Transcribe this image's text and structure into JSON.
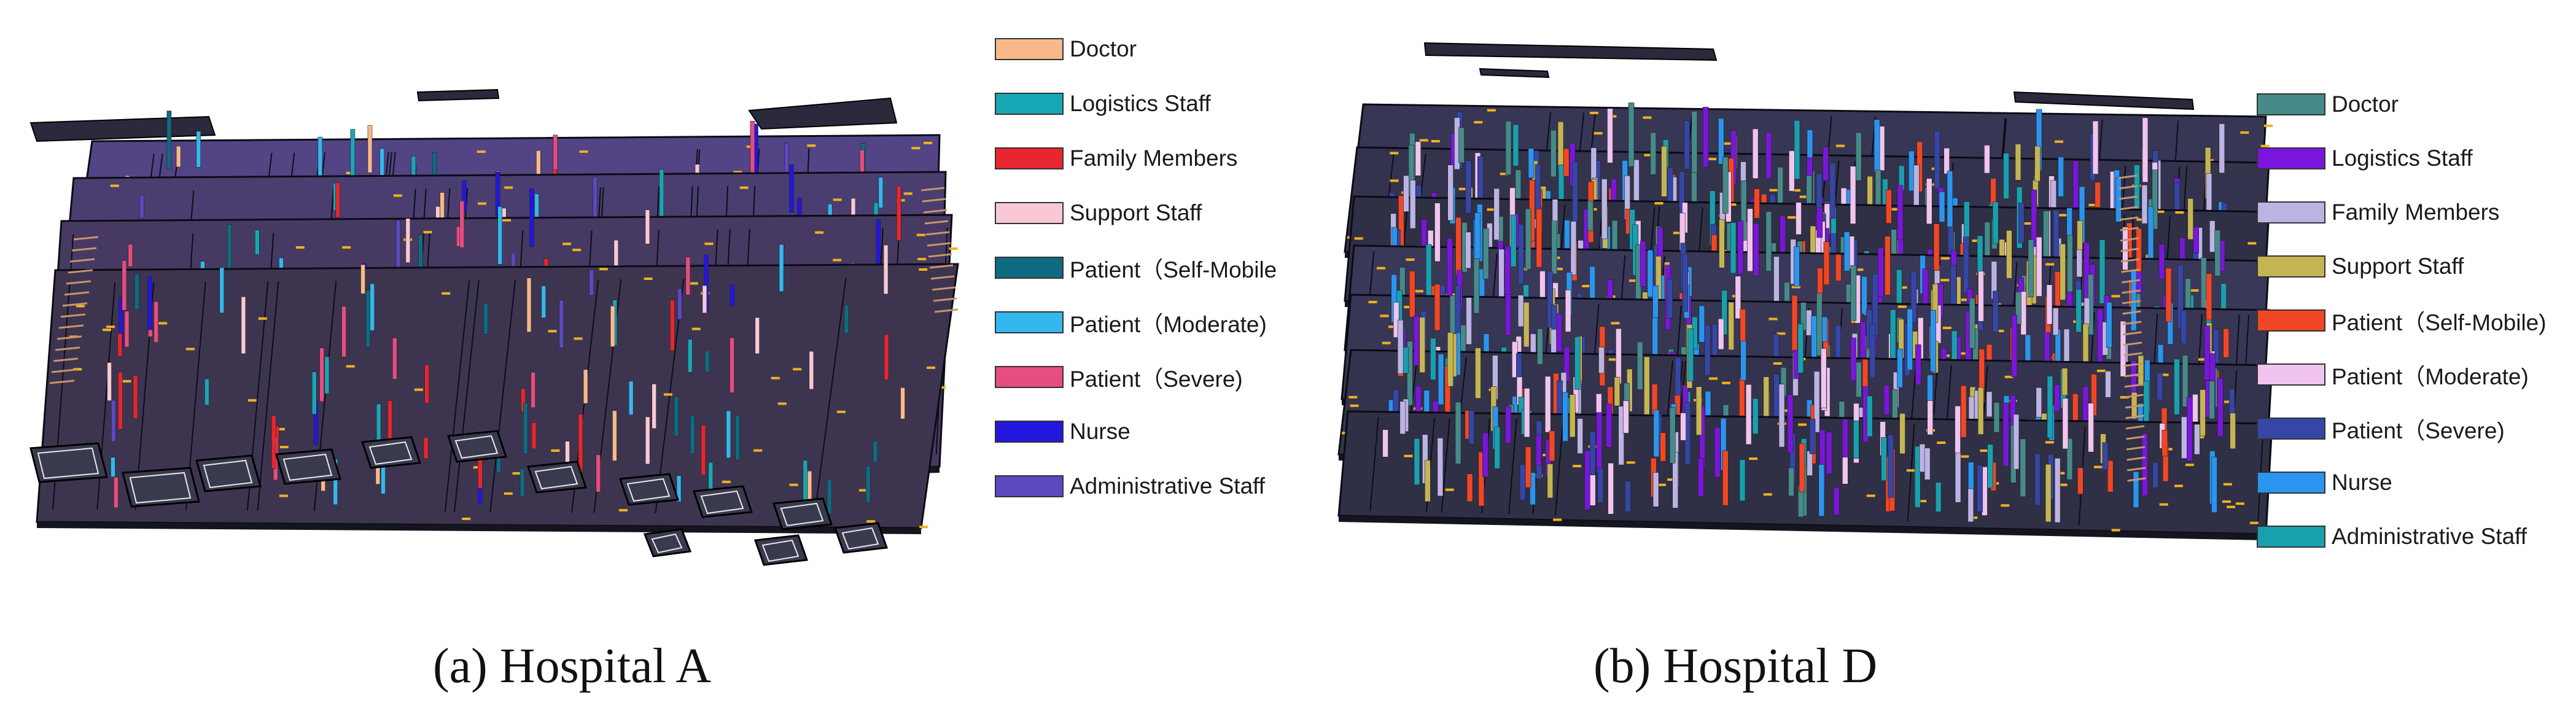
{
  "figures": [
    {
      "caption": "(a) Hospital A",
      "legend": [
        {
          "label": "Doctor",
          "color": "#f7b98a"
        },
        {
          "label": "Logistics Staff",
          "color": "#18a7b5"
        },
        {
          "label": "Family Members",
          "color": "#e8262f"
        },
        {
          "label": "Support Staff",
          "color": "#f8c8d4"
        },
        {
          "label": "Patient（Self-Mobile",
          "color": "#0f6b82"
        },
        {
          "label": "Patient（Moderate)",
          "color": "#33b8ee"
        },
        {
          "label": "Patient（Severe)",
          "color": "#e64d80"
        },
        {
          "label": "Nurse",
          "color": "#2316dd"
        },
        {
          "label": "Administrative Staff",
          "color": "#5a49c0"
        }
      ]
    },
    {
      "caption": "(b) Hospital D",
      "legend": [
        {
          "label": "Doctor",
          "color": "#468a8a"
        },
        {
          "label": "Logistics Staff",
          "color": "#7a16db"
        },
        {
          "label": "Family Members",
          "color": "#bcb3e4"
        },
        {
          "label": "Support Staff",
          "color": "#c5b552"
        },
        {
          "label": "Patient（Self-Mobile)",
          "color": "#f24624"
        },
        {
          "label": "Patient（Moderate)",
          "color": "#f0c4ee"
        },
        {
          "label": "Patient（Severe)",
          "color": "#3546a6"
        },
        {
          "label": "Nurse",
          "color": "#2a95ee"
        },
        {
          "label": "Administrative Staff",
          "color": "#18a0ae"
        }
      ]
    }
  ]
}
